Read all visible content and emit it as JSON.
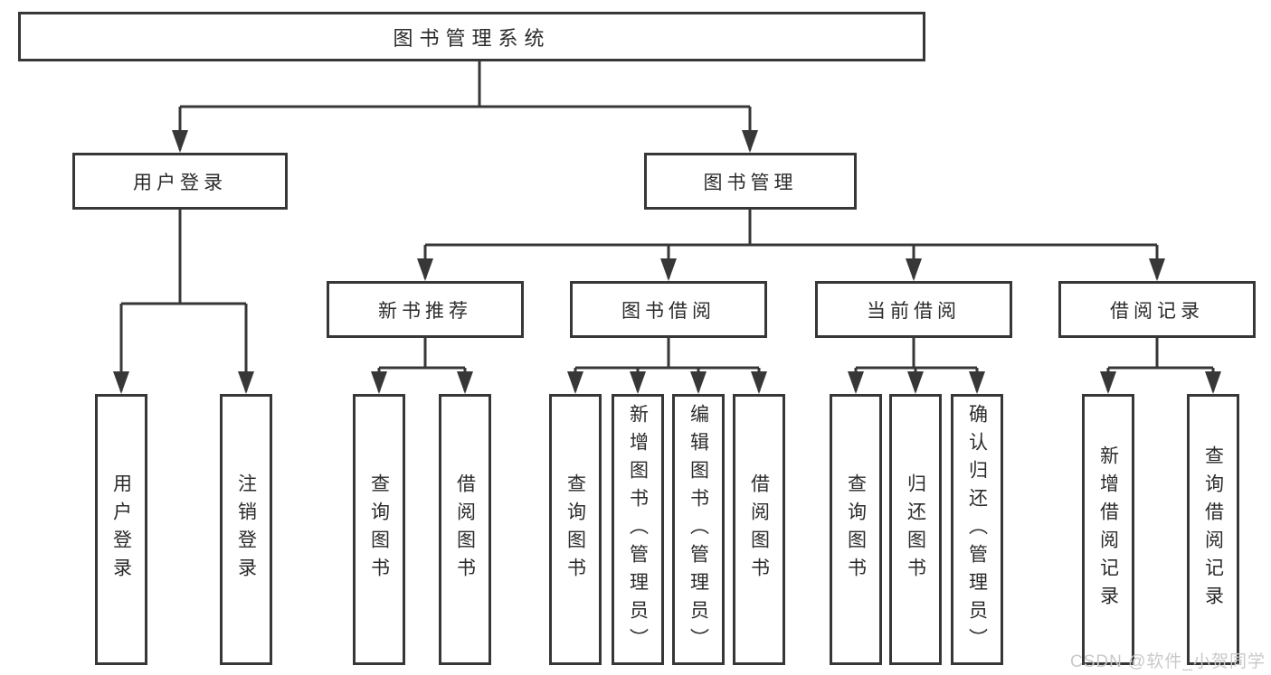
{
  "tree": {
    "root": {
      "label": "图书管理系统"
    },
    "branches": [
      {
        "label": "用户登录",
        "children": [
          "用户登录",
          "注销登录"
        ]
      },
      {
        "label": "图书管理",
        "groups": [
          {
            "label": "新书推荐",
            "children": [
              "查询图书",
              "借阅图书"
            ]
          },
          {
            "label": "图书借阅",
            "children": [
              "查询图书",
              "新增图书（管理员）",
              "编辑图书（管理员）",
              "借阅图书"
            ]
          },
          {
            "label": "当前借阅",
            "children": [
              "查询图书",
              "归还图书",
              "确认归还（管理员）"
            ]
          },
          {
            "label": "借阅记录",
            "children": [
              "新增借阅记录",
              "查询借阅记录"
            ]
          }
        ]
      }
    ]
  },
  "watermark": "CSDN @软件_小贺同学",
  "colors": {
    "line": "#373737",
    "text": "#2b2b2b",
    "watermark": "#c9c9c9",
    "background": "#ffffff"
  }
}
